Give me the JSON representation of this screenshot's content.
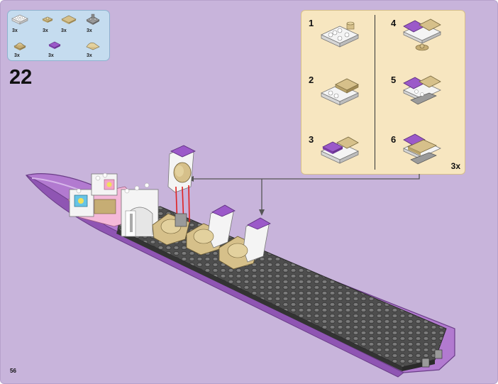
{
  "parts_list": {
    "items": [
      {
        "name": "white-plate-2x4",
        "qty": "3x"
      },
      {
        "name": "tan-plate-1x1-round",
        "qty": "3x"
      },
      {
        "name": "tan-tile-2x2",
        "qty": "3x"
      },
      {
        "name": "gray-bracket",
        "qty": "3x"
      },
      {
        "name": "tan-slope-dome",
        "qty": "3x"
      },
      {
        "name": "purple-tile",
        "qty": "3x"
      },
      {
        "name": "tan-slope-curved",
        "qty": "3x"
      }
    ]
  },
  "step": {
    "number": "22"
  },
  "sub_assembly": {
    "steps": [
      "1",
      "2",
      "3",
      "4",
      "5",
      "6"
    ],
    "multiplier": "3x"
  },
  "page": {
    "number": "56"
  },
  "colors": {
    "background": "#c8b4db",
    "parts_panel": "#c5dcef",
    "sub_panel": "#f7e6c0",
    "hull_purple": "#b27ad0",
    "deck_gray": "#4a4a4a",
    "tan": "#d6c08a",
    "callout_line": "#555555",
    "red_guides": "#e02020"
  }
}
